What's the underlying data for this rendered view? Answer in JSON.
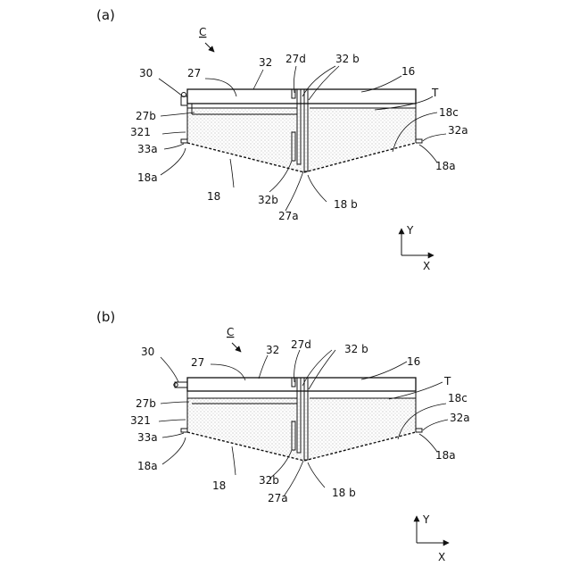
{
  "panels": [
    {
      "id": "a",
      "label": "(a)",
      "refs": {
        "c": "C",
        "n30": "30",
        "n27": "27",
        "n32": "32",
        "n27d": "27d",
        "n32b_top": "32 b",
        "n16": "16",
        "nT": "T",
        "n18c": "18c",
        "n27b": "27b",
        "n321": "321",
        "n32a": "32a",
        "n33a": "33a",
        "n18a_left": "18a",
        "n18a_right": "18a",
        "n18": "18",
        "n32b_bottom": "32b",
        "n27a": "27a",
        "n18b": "18 b"
      },
      "axes": {
        "y": "Y",
        "x": "X"
      }
    },
    {
      "id": "b",
      "label": "(b)",
      "refs": {
        "c": "C",
        "n30": "30",
        "n27": "27",
        "n32": "32",
        "n27d": "27d",
        "n32b_top": "32 b",
        "n16": "16",
        "nT": "T",
        "n18c": "18c",
        "n27b": "27b",
        "n321": "321",
        "n32a": "32a",
        "n33a": "33a",
        "n18a_left": "18a",
        "n18a_right": "18a",
        "n18": "18",
        "n32b_bottom": "32b",
        "n27a": "27a",
        "n18b": "18 b"
      },
      "axes": {
        "y": "Y",
        "x": "X"
      }
    }
  ]
}
